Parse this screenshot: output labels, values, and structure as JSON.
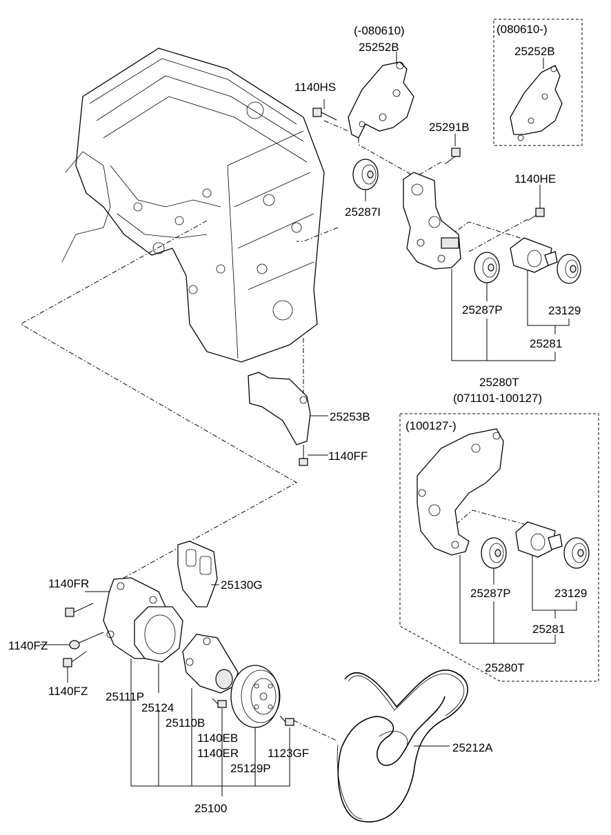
{
  "labels": {
    "range_early_bracket": "(-080610)",
    "bracket_early": "25252B",
    "range_late_bracket": "(080610-)",
    "bracket_late": "25252B",
    "bolt_hs": "1140HS",
    "bolt_25291b": "25291B",
    "bolt_he": "1140HE",
    "idler_i": "25287I",
    "pulley_p_early": "25287P",
    "pulley_23129_early": "23129",
    "tensioner_early": "25281",
    "assembly_early": "25280T",
    "assembly_early_range": "(071101-100127)",
    "bracket_25253b": "25253B",
    "bolt_ff": "1140FF",
    "range_late_assembly": "(100127-)",
    "pulley_p_late": "25287P",
    "pulley_23129_late": "23129",
    "tensioner_late": "25281",
    "assembly_late": "25280T",
    "gasket_g": "25130G",
    "bolt_fr": "1140FR",
    "bolt_fz_1": "1140FZ",
    "bolt_fz_2": "1140FZ",
    "housing": "25111P",
    "gasket_25124": "25124",
    "pump": "25110B",
    "bolt_eb": "1140EB",
    "bolt_er": "1140ER",
    "bolt_gf": "1123GF",
    "pulley_25129p": "25129P",
    "pump_assembly": "25100",
    "belt": "25212A"
  }
}
